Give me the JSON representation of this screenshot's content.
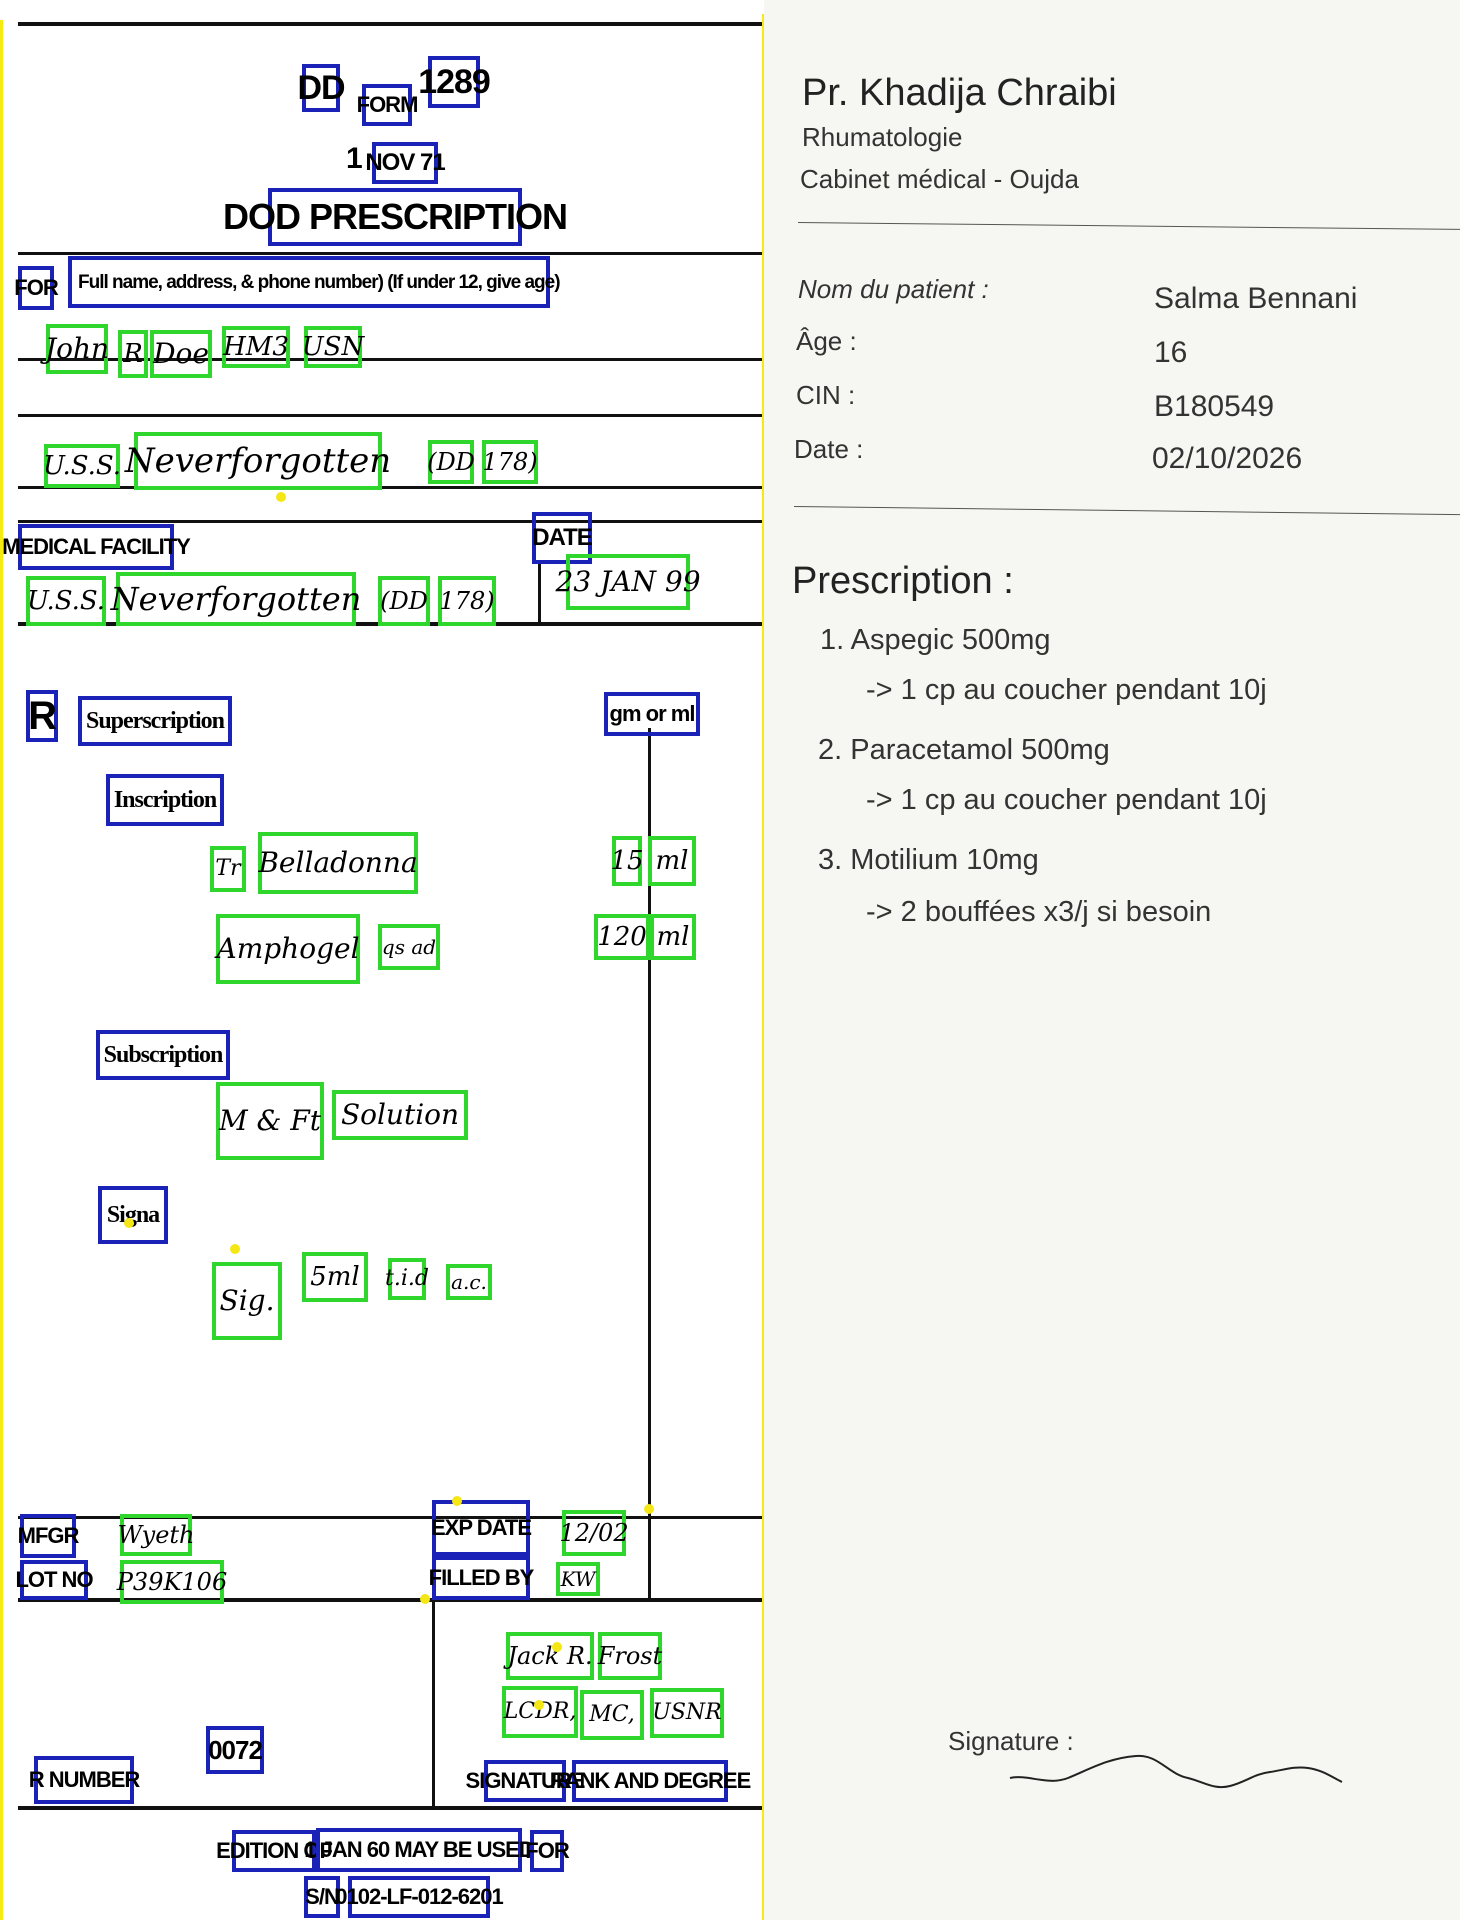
{
  "form": {
    "dd": "DD",
    "form": "FORM",
    "number": "1289",
    "one": "1",
    "date": "NOV 71",
    "title": "DOD PRESCRIPTION",
    "for_label": "FOR",
    "for_hint": "Full name, address, & phone number) (If under 12, give age)",
    "patient_words": [
      "John",
      "R",
      "Doe",
      "HM3",
      "USN"
    ],
    "address_words": [
      "U.S.S.",
      "Neverforgotten",
      "(DD",
      "178)"
    ],
    "facility_label": "MEDICAL FACILITY",
    "date_label": "DATE",
    "facility_words": [
      "U.S.S.",
      "Neverforgotten",
      "(DD",
      "178)"
    ],
    "date_value": "23 JAN 99",
    "rx_symbol": "R",
    "superscription": "Superscription",
    "unit_header": "gm or ml",
    "inscription": "Inscription",
    "ingredients": [
      {
        "words": [
          "Tr",
          "Belladonna"
        ],
        "amount": [
          "15",
          "ml"
        ]
      },
      {
        "words": [
          "Amphogel",
          "qs ad"
        ],
        "amount": [
          "120",
          "ml"
        ]
      }
    ],
    "subscription": "Subscription",
    "subscription_words": [
      "M & Ft",
      "Solution"
    ],
    "signa": "Signa",
    "signa_words": [
      "Sig.",
      "5ml",
      "t.i.d",
      "a.c."
    ],
    "mfgr_label": "MFGR",
    "mfgr_value": "Wyeth",
    "lot_label": "LOT NO",
    "lot_value": "P39K106",
    "exp_label": "EXP DATE",
    "exp_value": "12/02",
    "filled_label": "FILLED BY",
    "filled_value": "KW",
    "signer_words": [
      "Jack R.",
      "Frost"
    ],
    "signer_rank_words": [
      "LCDR,",
      "MC,",
      "USNR"
    ],
    "rx_number_label": "R NUMBER",
    "rx_number_value": "0072",
    "signature_label": "SIGNATURE",
    "rank_label": "RANK AND DEGREE",
    "edition": "EDITION OF",
    "edition_text": "1 JAN 60 MAY BE USED",
    "edition_for": "FOR",
    "sn_label": "S/N",
    "sn_value": "0102-LF-012-6201"
  },
  "panel": {
    "doctor": "Pr. Khadija Chraibi",
    "specialty": "Rhumatologie",
    "clinic": "Cabinet médical - Oujda",
    "fields": [
      {
        "label": "Nom du patient :",
        "value": "Salma Bennani"
      },
      {
        "label": "Âge :",
        "value": "16"
      },
      {
        "label": "CIN :",
        "value": "B180549"
      },
      {
        "label": "Date :",
        "value": "02/10/2026"
      }
    ],
    "prescription_title": "Prescription :",
    "items": [
      {
        "name": "1. Aspegic 500mg",
        "dose": "-> 1 cp au coucher pendant 10j"
      },
      {
        "name": "2. Paracetamol 500mg",
        "dose": "-> 1 cp au coucher pendant 10j"
      },
      {
        "name": "3. Motilium 10mg",
        "dose": "-> 2 bouffées x3/j si besoin"
      }
    ],
    "signature_label": "Signature :"
  },
  "colors": {
    "blue_box": "#1a22b8",
    "green_box": "#2fd62b",
    "yellow": "#f5ea12"
  }
}
